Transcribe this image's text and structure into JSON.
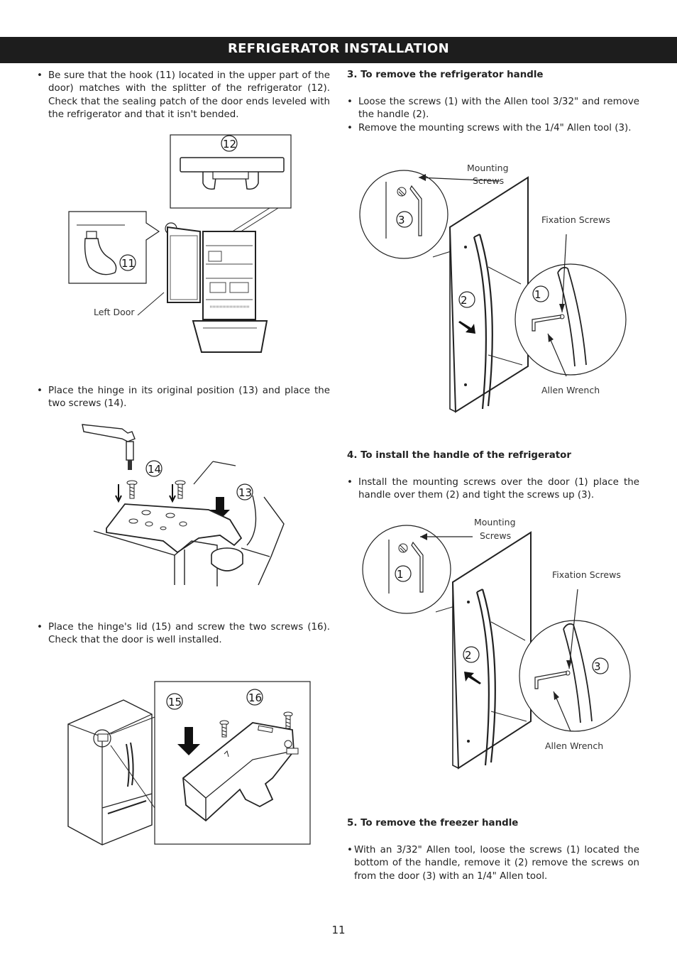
{
  "header": {
    "title": "REFRIGERATOR INSTALLATION"
  },
  "left": {
    "step_hook": {
      "text": "Be sure that the hook (11) located in the upper part of the door) matches with the splitter of the refrigerator (12). Check that the sealing patch of the door ends leveled with the refrigerator and that it isn't bended.",
      "figure": {
        "callout_12": "12",
        "callout_11": "11",
        "label_left_door": "Left Door"
      }
    },
    "step_hinge": {
      "text": "Place the hinge in its original position (13) and place the two screws (14).",
      "figure": {
        "callout_14": "14",
        "callout_13": "13"
      }
    },
    "step_lid": {
      "text": "Place the hinge's lid (15) and screw the two screws (16). Check that the door is well installed.",
      "figure": {
        "callout_15": "15",
        "callout_16": "16"
      }
    }
  },
  "right": {
    "section3": {
      "heading": "3. To remove the refrigerator handle",
      "bullets": [
        "Loose the screws (1) with the Allen tool 3/32\" and remove the handle (2).",
        "Remove the mounting screws with the 1/4\" Allen tool (3)."
      ],
      "figure": {
        "label_mounting_1": "Mounting",
        "label_mounting_2": "Screws",
        "label_fixation": "Fixation Screws",
        "label_allen": "Allen Wrench",
        "callout_3": "3",
        "callout_2": "2",
        "callout_1": "1"
      }
    },
    "section4": {
      "heading": "4. To install the handle of the refrigerator",
      "bullets": [
        "Install the mounting screws over the door (1) place the handle over them (2) and tight the screws up (3)."
      ],
      "figure": {
        "label_mounting_1": "Mounting",
        "label_mounting_2": "Screws",
        "label_fixation": "Fixation Screws",
        "label_allen": "Allen Wrench",
        "callout_1": "1",
        "callout_2": "2",
        "callout_3": "3"
      }
    },
    "section5": {
      "heading": "5. To remove the freezer handle",
      "bullet_marker": "•",
      "text": "With an 3/32\" Allen tool, loose the screws (1) located the bottom of the handle, remove it (2) remove the screws on from the door (3) with an 1/4\" Allen tool."
    }
  },
  "bullet_marker": "•",
  "page_number": "11"
}
